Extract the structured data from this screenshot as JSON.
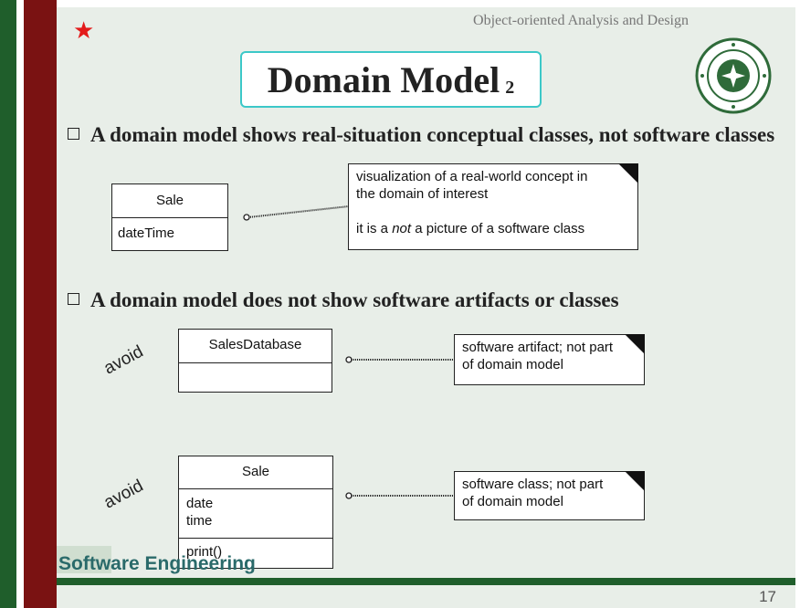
{
  "header": {
    "course": "Object-oriented Analysis and Design"
  },
  "title": {
    "main": "Domain Model",
    "sub": "2"
  },
  "bullets": [
    "A domain model shows real-situation conceptual classes, not software classes",
    "A domain model does not show software artifacts or classes"
  ],
  "diagram1": {
    "class_name": "Sale",
    "attribute": "dateTime",
    "note_line1": "visualization of a real-world concept in",
    "note_line2": "the domain of interest",
    "note_line3_pre": "it is a ",
    "note_line3_em": "not",
    "note_line3_post": " a picture of a software class"
  },
  "diagram2": {
    "label": "avoid",
    "class_name": "SalesDatabase",
    "note_line1": "software artifact; not part",
    "note_line2": "of domain model"
  },
  "diagram3": {
    "label": "avoid",
    "class_name": "Sale",
    "attr1": "date",
    "attr2": "time",
    "method": "print()",
    "note_line1": "software class; not part",
    "note_line2": "of domain model"
  },
  "footer": {
    "text": "Software Engineering",
    "page": "17"
  },
  "colors": {
    "accent_green": "#1f5e2b",
    "accent_red": "#7a1212",
    "title_border": "#3cc8c8",
    "star": "#e31b1b"
  },
  "icons": {
    "star": "star-icon",
    "seal": "university-seal-icon"
  }
}
